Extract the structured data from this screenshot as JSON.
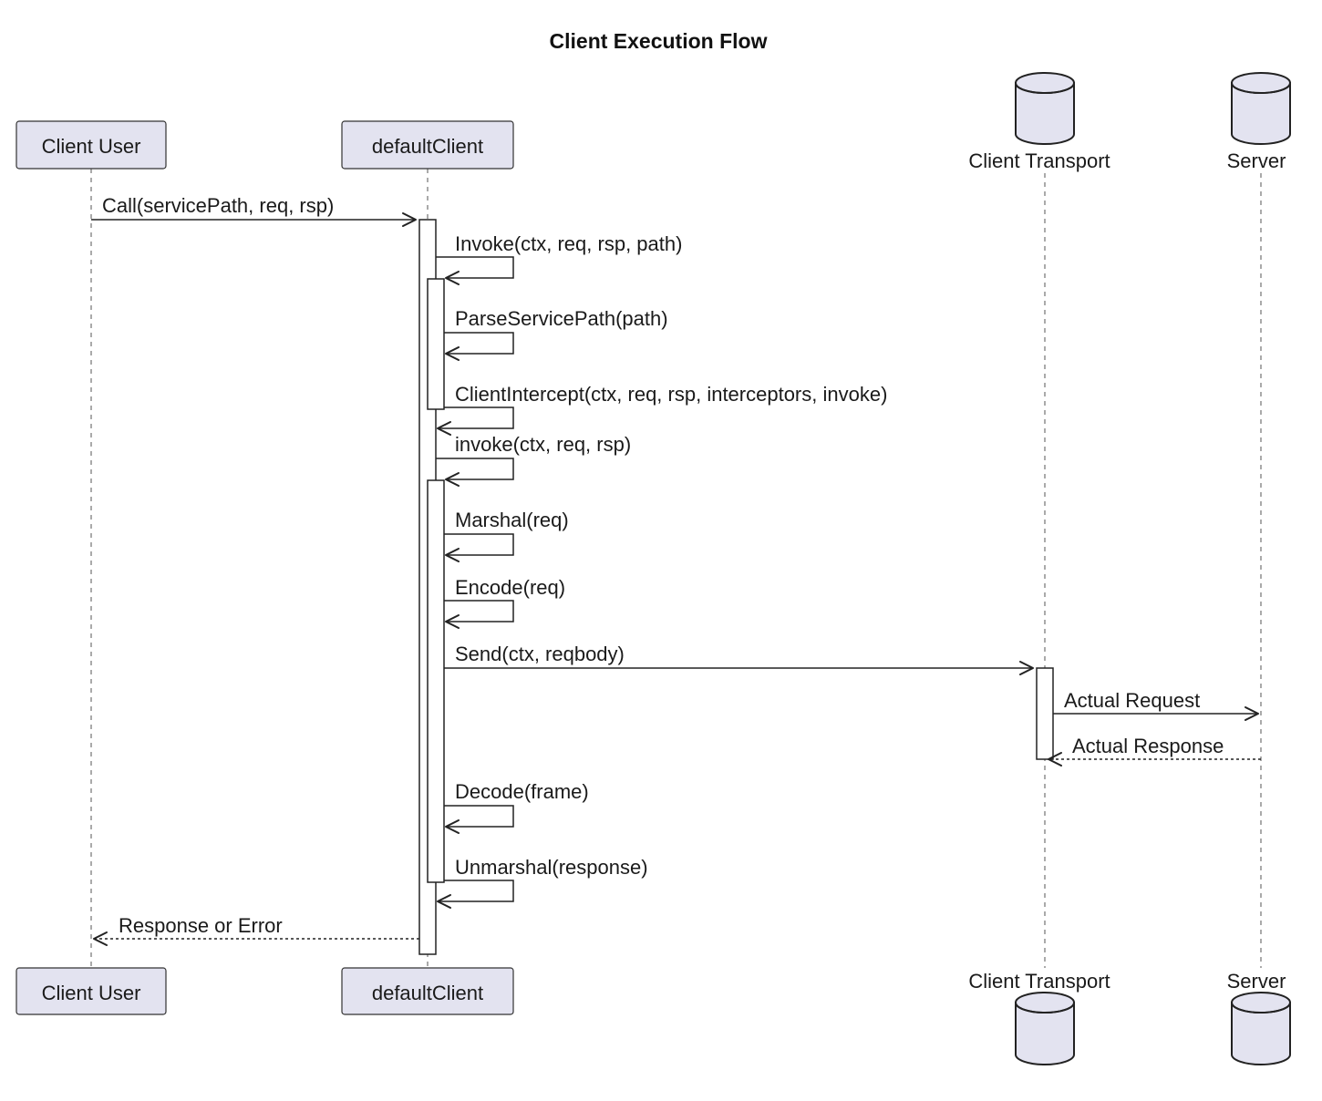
{
  "title": "Client Execution Flow",
  "participants": {
    "client_user": {
      "label": "Client User",
      "shape": "box"
    },
    "default_client": {
      "label": "defaultClient",
      "shape": "box"
    },
    "client_transport": {
      "label": "Client Transport",
      "shape": "database"
    },
    "server": {
      "label": "Server",
      "shape": "database"
    }
  },
  "messages": [
    {
      "from": "client_user",
      "to": "default_client",
      "label": "Call(servicePath, req, rsp)",
      "style": "solid"
    },
    {
      "from": "default_client",
      "to": "default_client",
      "label": "Invoke(ctx, req, rsp, path)",
      "style": "solid"
    },
    {
      "from": "default_client",
      "to": "default_client",
      "label": "ParseServicePath(path)",
      "style": "solid"
    },
    {
      "from": "default_client",
      "to": "default_client",
      "label": "ClientIntercept(ctx, req, rsp, interceptors, invoke)",
      "style": "solid"
    },
    {
      "from": "default_client",
      "to": "default_client",
      "label": "invoke(ctx, req, rsp)",
      "style": "solid"
    },
    {
      "from": "default_client",
      "to": "default_client",
      "label": "Marshal(req)",
      "style": "solid"
    },
    {
      "from": "default_client",
      "to": "default_client",
      "label": "Encode(req)",
      "style": "solid"
    },
    {
      "from": "default_client",
      "to": "client_transport",
      "label": "Send(ctx, reqbody)",
      "style": "solid"
    },
    {
      "from": "client_transport",
      "to": "server",
      "label": "Actual Request",
      "style": "solid"
    },
    {
      "from": "server",
      "to": "client_transport",
      "label": "Actual Response",
      "style": "dashed"
    },
    {
      "from": "default_client",
      "to": "default_client",
      "label": "Decode(frame)",
      "style": "solid"
    },
    {
      "from": "default_client",
      "to": "default_client",
      "label": "Unmarshal(response)",
      "style": "solid"
    },
    {
      "from": "default_client",
      "to": "client_user",
      "label": "Response or Error",
      "style": "dashed"
    }
  ],
  "colors": {
    "participant_fill": "#e3e3f0",
    "line": "#222222",
    "activation_fill": "#ffffff"
  }
}
